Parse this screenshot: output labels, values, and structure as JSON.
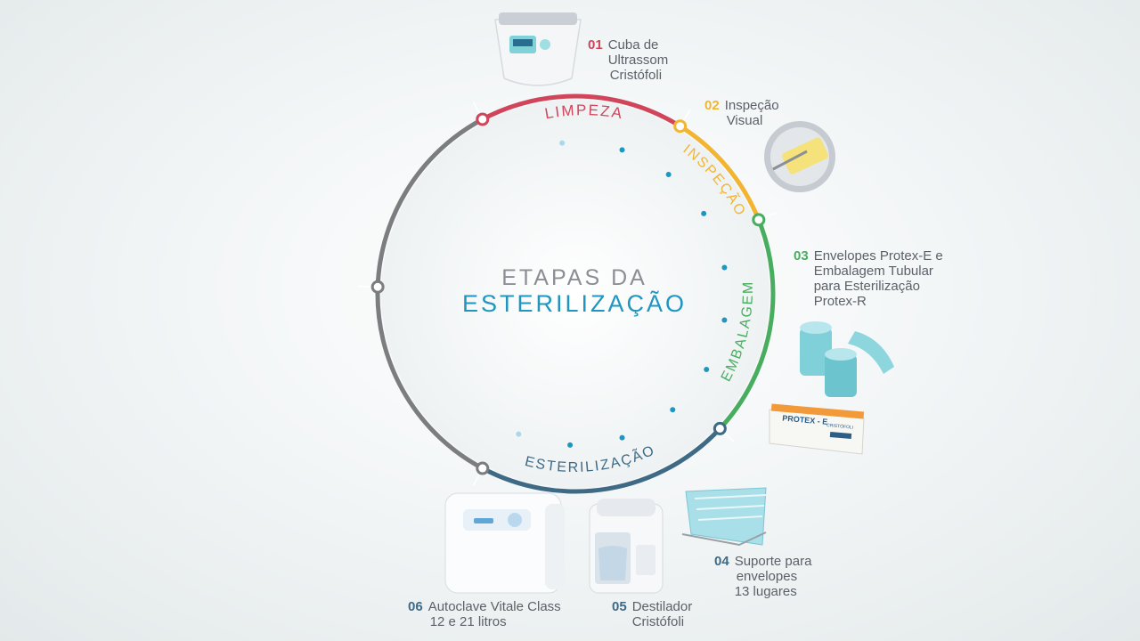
{
  "center": {
    "line1": "ETAPAS DA",
    "line2": "ESTERILIZAÇÃO"
  },
  "arcs": [
    {
      "label": "LIMPEZA",
      "color": "#d1455b"
    },
    {
      "label": "INSPEÇÃO",
      "color": "#f1b531"
    },
    {
      "label": "EMBALAGEM",
      "color": "#48ad5f"
    },
    {
      "label": "ESTERILIZAÇÃO",
      "color": "#3f6a85"
    },
    {
      "label": "",
      "color": "#7b7d80"
    }
  ],
  "steps": [
    {
      "num": "01",
      "lines": [
        "Cuba de",
        "Ultrassom",
        "Cristófoli"
      ],
      "color": "#d1455b"
    },
    {
      "num": "02",
      "lines": [
        "Inspeção",
        "Visual"
      ],
      "color": "#f1b531"
    },
    {
      "num": "03",
      "lines": [
        "Envelopes Protex-E e",
        "Embalagem Tubular",
        "para Esterilização",
        "Protex-R"
      ],
      "color": "#48ad5f"
    },
    {
      "num": "04",
      "lines": [
        "Suporte para",
        "envelopes",
        "13 lugares"
      ],
      "color": "#3f6a85"
    },
    {
      "num": "05",
      "lines": [
        "Destilador",
        "Cristófoli"
      ],
      "color": "#3f6a85"
    },
    {
      "num": "06",
      "lines": [
        "Autoclave Vitale Class",
        "12 e 21 litros"
      ],
      "color": "#3f6a85"
    }
  ],
  "products": {
    "protex_box_text": "PROTEX - E",
    "protex_brand": "CRISTÓFOLI"
  },
  "accent_color": "#1f96c0"
}
